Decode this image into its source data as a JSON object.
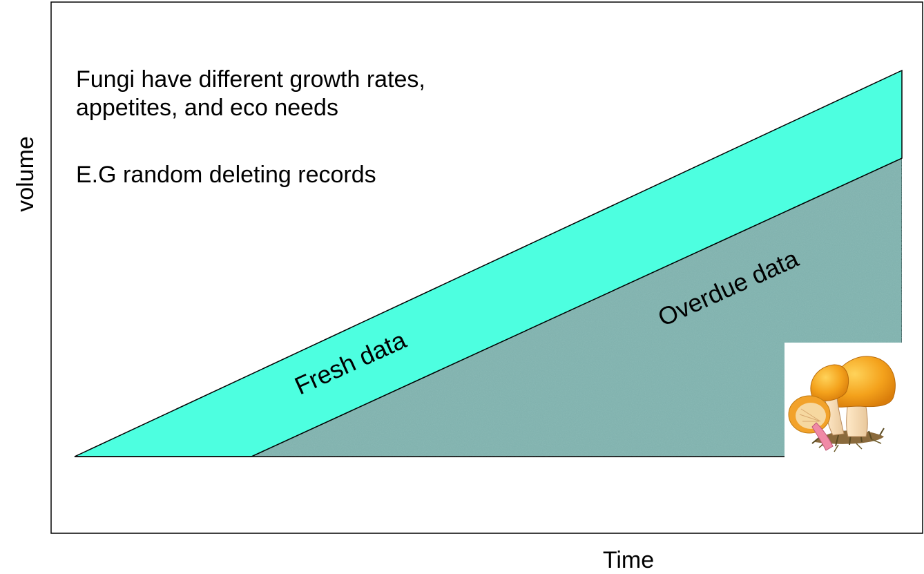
{
  "texts": {
    "heading_line1": "Fungi have different growth rates,",
    "heading_line2": "appetites, and eco needs",
    "example": "E.G random deleting records"
  },
  "axes": {
    "y_label": "volume",
    "x_label": "Time"
  },
  "regions": {
    "fresh_label": "Fresh data",
    "overdue_label": "Overdue data"
  },
  "colors": {
    "fresh_fill": "#4dffe0",
    "overdue_fill": "#8ab9b5",
    "outline": "#000000"
  },
  "icons": {
    "corner_image": "mushroom-icon"
  }
}
